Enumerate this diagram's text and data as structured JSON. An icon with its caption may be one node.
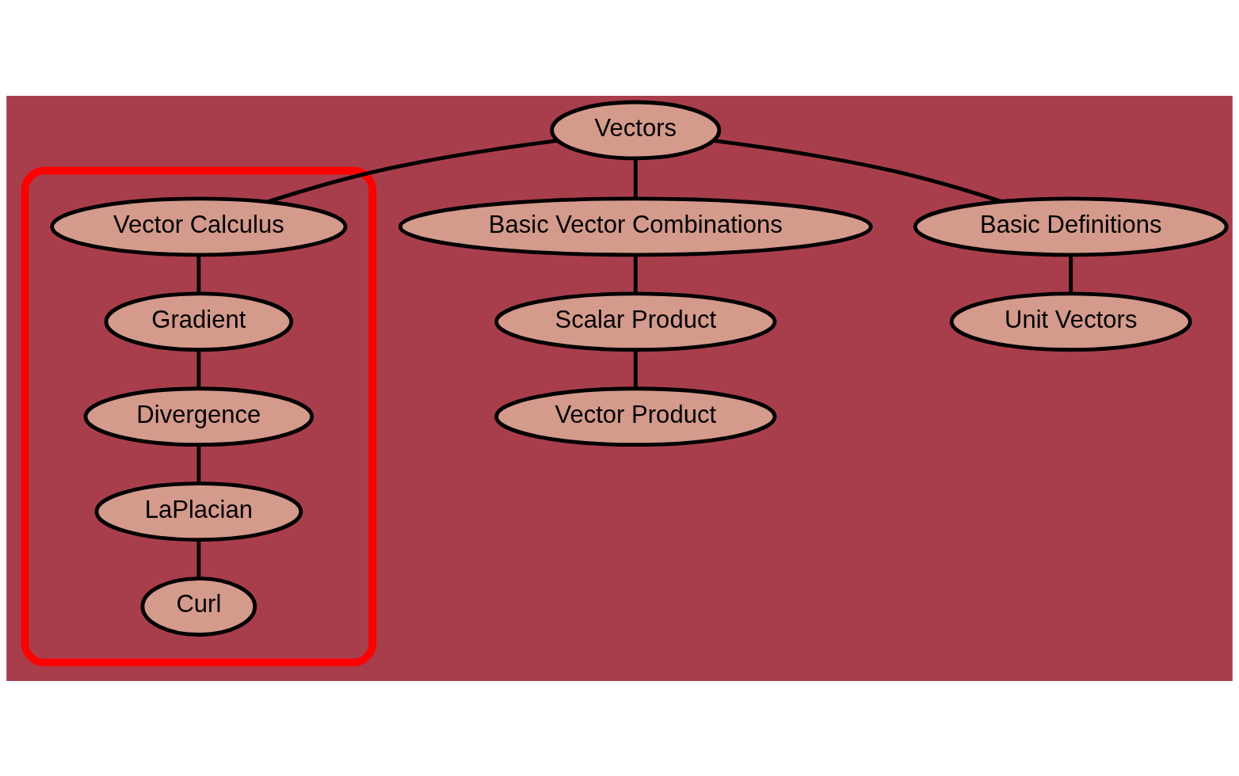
{
  "diagram": {
    "nodes": [
      {
        "text": [
          "Vectors"
        ]
      },
      {
        "text": [
          "Basic Vector Combinations"
        ]
      },
      {
        "text": [
          "Basic Definitions"
        ]
      },
      {
        "text": [],
        "shape": "loop"
      },
      {
        "text": [
          "Vector Calculus"
        ],
        "in": 3
      },
      {
        "text": [
          "Scalar Product"
        ]
      },
      {
        "text": [
          "Unit Vectors"
        ]
      },
      {
        "text": [
          "Gradient"
        ],
        "in": 3
      },
      {
        "text": [
          "Vector Product"
        ]
      },
      {
        "text": [
          "Divergence"
        ],
        "in": 3
      },
      {
        "text": [
          "LaPlacian"
        ],
        "in": 3
      },
      {
        "text": [
          "Curl"
        ],
        "in": 3
      }
    ],
    "edges": [
      {
        "from": 0,
        "to": 1,
        "arrow": "none"
      },
      {
        "from": 0,
        "to": 2,
        "arrow": "none"
      },
      {
        "from": 0,
        "to": 4,
        "arrow": "none"
      },
      {
        "from": 1,
        "to": 5,
        "arrow": "none"
      },
      {
        "from": 5,
        "to": 8,
        "arrow": "none"
      },
      {
        "from": 2,
        "to": 6,
        "arrow": "none"
      },
      {
        "from": 4,
        "to": 7,
        "arrow": "none"
      },
      {
        "from": 7,
        "to": 9,
        "arrow": "none"
      },
      {
        "from": 9,
        "to": 10,
        "arrow": "none"
      },
      {
        "from": 10,
        "to": 11,
        "arrow": "none"
      }
    ]
  }
}
